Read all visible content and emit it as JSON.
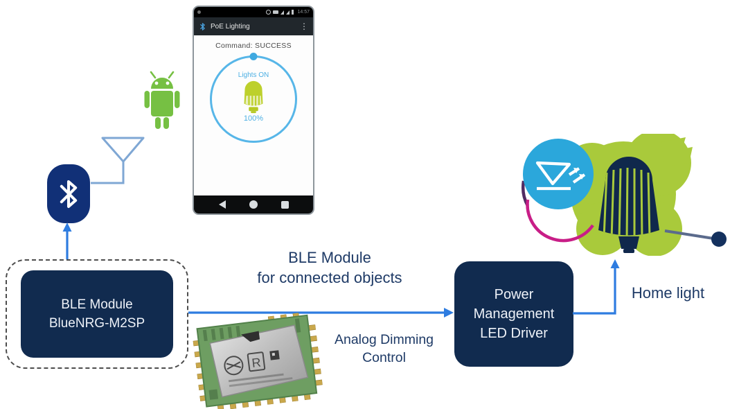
{
  "phone": {
    "status_time": "14:57",
    "app_title": "PoE Lighting",
    "menu_icon": "⋮",
    "command_text": "Command: SUCCESS",
    "lights_state": "Lights ON",
    "brightness": "100%"
  },
  "ble_module_box": {
    "line1": "BLE Module",
    "line2": "BlueNRG-M2SP"
  },
  "ble_center_label": {
    "line1": "BLE Module",
    "line2": "for connected objects"
  },
  "analog_dimming_label": {
    "line1": "Analog Dimming",
    "line2": "Control"
  },
  "power_box": {
    "line1": "Power",
    "line2": "Management",
    "line3": "LED Driver"
  },
  "home_light_label": "Home light",
  "chip": {
    "marking": "R"
  },
  "icons": {
    "bluetooth_badge": "bluetooth-rune",
    "appbar_icon": "bluetooth-small",
    "antenna": "antenna-triangle",
    "android": "android-robot",
    "led_circle": "led-diode-symbol",
    "home_bulb": "led-bulb-silhouette",
    "nav_back": "triangle-left",
    "nav_home": "circle",
    "nav_recents": "square"
  },
  "colors": {
    "box_navy": "#112b4f",
    "arrow_blue": "#2e7ce0",
    "label_navy": "#1e3a66",
    "bluetooth_navy": "#113077",
    "antenna_blue": "#7fa7d4",
    "android_green": "#76c043",
    "blob_green": "#a9ca3b",
    "circle_blue": "#2ba7db",
    "magenta_arc": "#c81e87",
    "purple_arc": "#512b63",
    "app_accent_blue": "#57b6e8",
    "bulb_yellow_green": "#bdd02c"
  }
}
